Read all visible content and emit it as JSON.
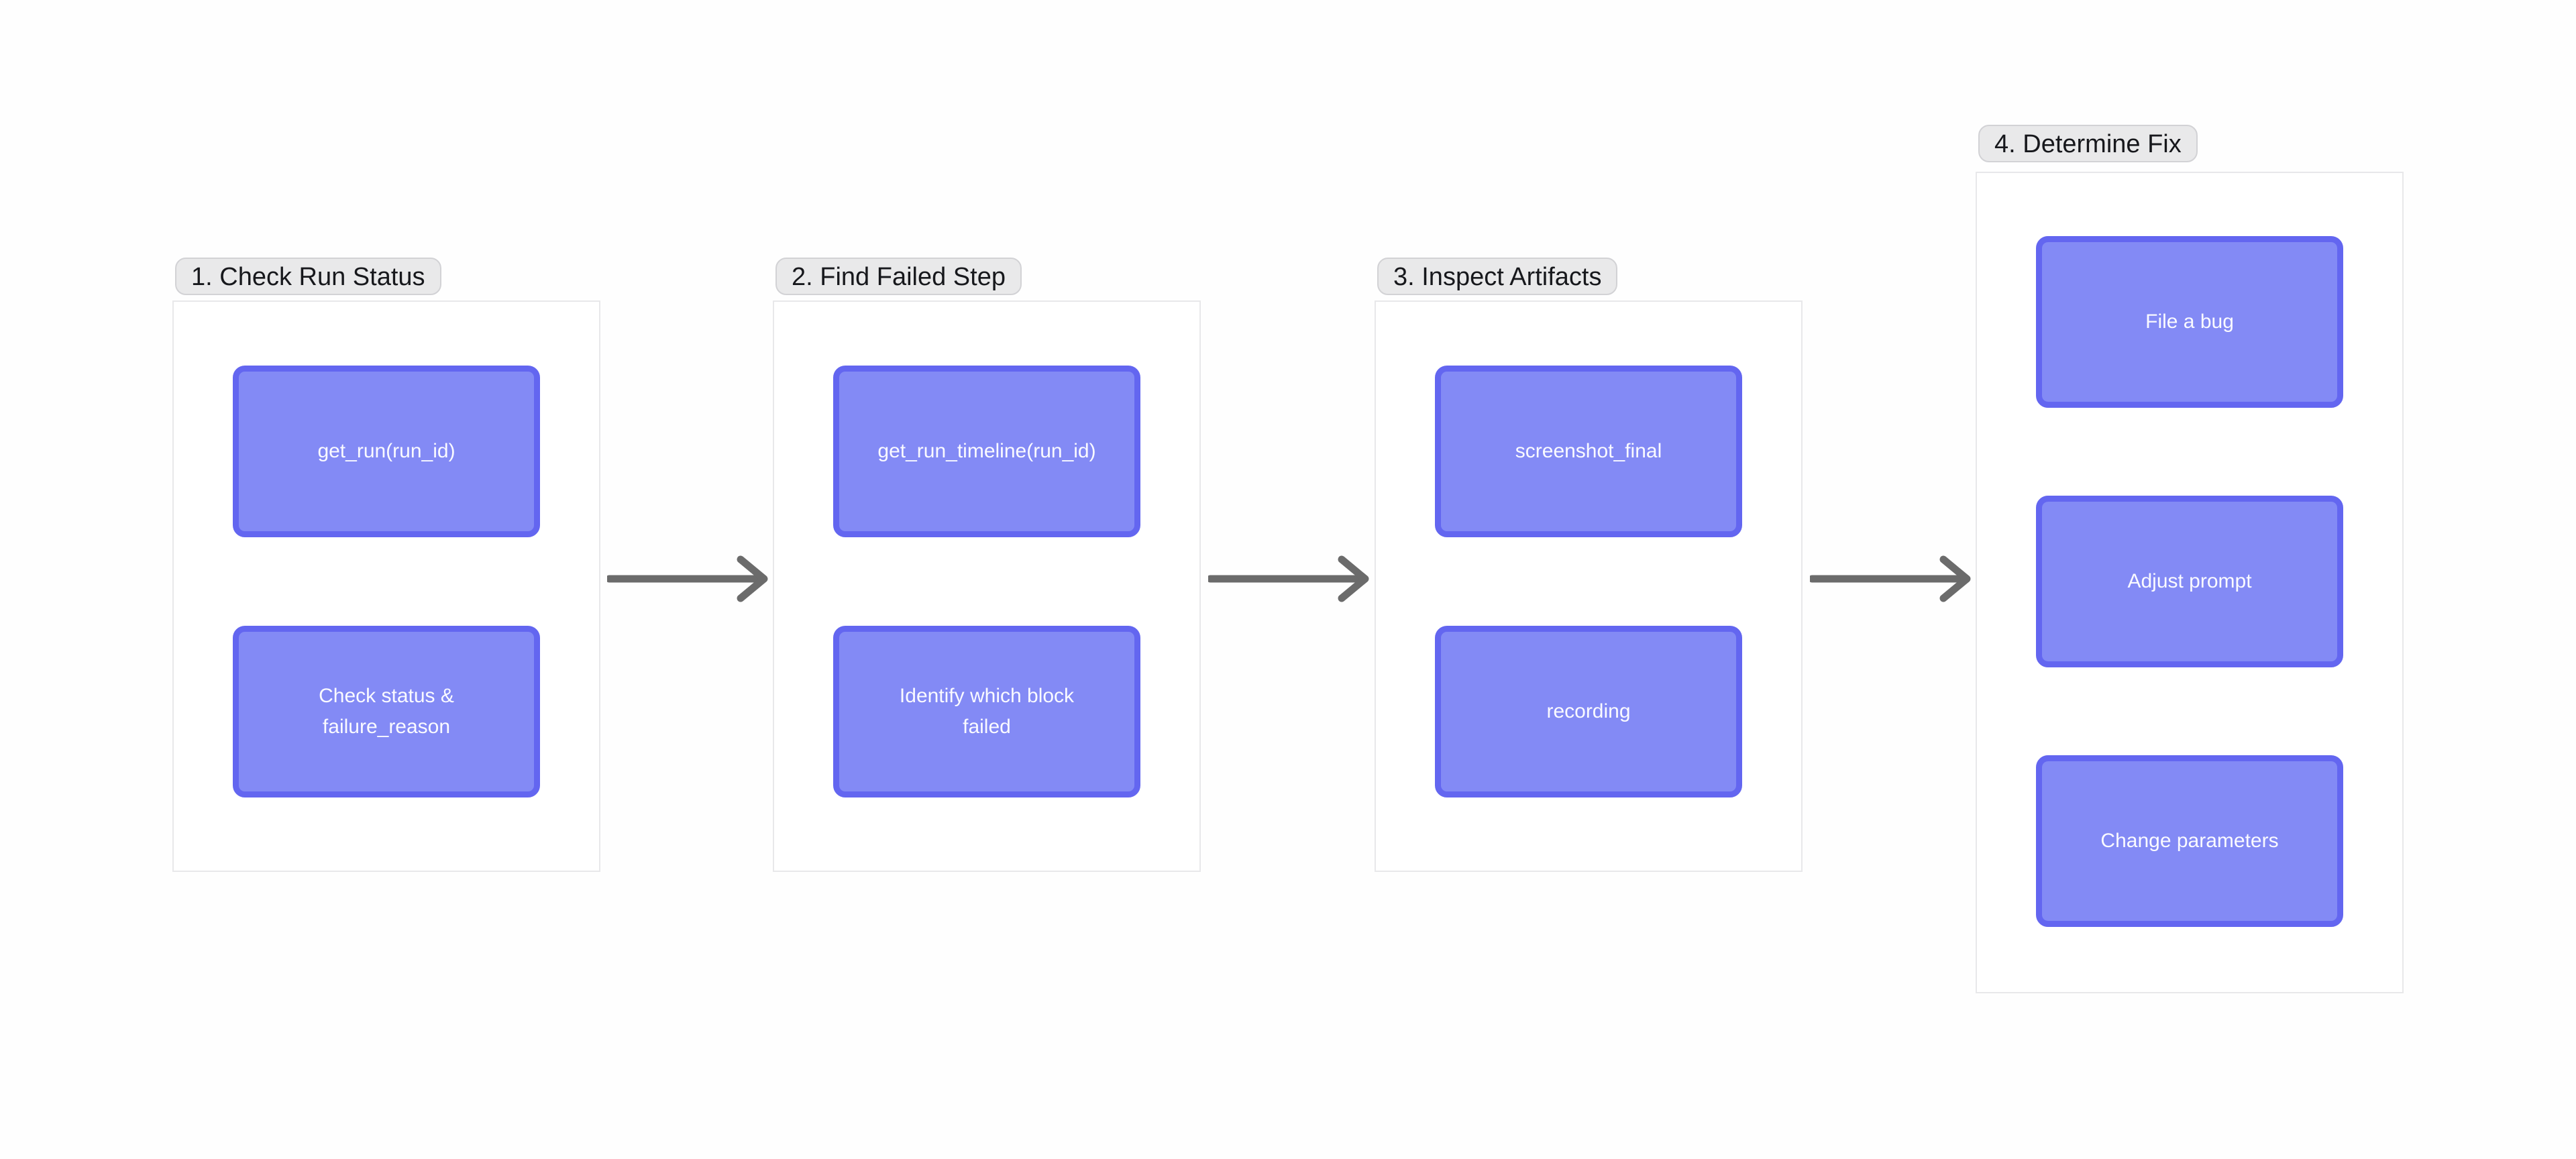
{
  "diagram": {
    "groups": [
      {
        "label": "1. Check Run Status",
        "nodes": [
          "get_run(run_id)",
          "Check status &\nfailure_reason"
        ]
      },
      {
        "label": "2. Find Failed Step",
        "nodes": [
          "get_run_timeline(run_id)",
          "Identify which block\nfailed"
        ]
      },
      {
        "label": "3. Inspect Artifacts",
        "nodes": [
          "screenshot_final",
          "recording"
        ]
      },
      {
        "label": "4. Determine Fix",
        "nodes": [
          "File a bug",
          "Adjust prompt",
          "Change parameters"
        ]
      }
    ],
    "arrows": [
      {
        "from": "1. Check Run Status",
        "to": "2. Find Failed Step"
      },
      {
        "from": "2. Find Failed Step",
        "to": "3. Inspect Artifacts"
      },
      {
        "from": "3. Inspect Artifacts",
        "to": "4. Determine Fix"
      }
    ],
    "colors": {
      "background": "#fefefe",
      "node_fill": "#838af5",
      "node_border": "#6366f0",
      "node_text": "#fafaff",
      "group_fill": "#ffffff",
      "group_border": "#e8e8ea",
      "label_fill": "#e9e9ea",
      "label_border": "#d2d2d5",
      "label_text": "#17181c",
      "arrow": "#6b6b6b"
    }
  }
}
